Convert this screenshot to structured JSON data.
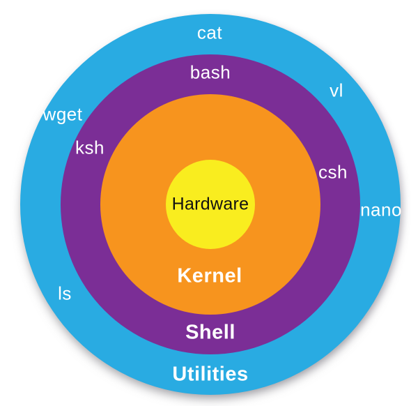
{
  "diagram": {
    "type": "concentric-rings",
    "subject": "unix-linux-architecture",
    "layers": [
      {
        "id": "utilities",
        "label": "Utilities",
        "color": "#29ABE2",
        "text_color": "#FFFFFF"
      },
      {
        "id": "shell",
        "label": "Shell",
        "color": "#7B2E96",
        "text_color": "#FFFFFF"
      },
      {
        "id": "kernel",
        "label": "Kernel",
        "color": "#F7941E",
        "text_color": "#FFFFFF"
      },
      {
        "id": "hardware",
        "label": "Hardware",
        "color": "#F9ED1F",
        "text_color": "#111111"
      }
    ],
    "commands": [
      {
        "text": "cat",
        "layer": "utilities"
      },
      {
        "text": "bash",
        "layer": "shell"
      },
      {
        "text": "vl",
        "layer": "utilities"
      },
      {
        "text": "wget",
        "layer": "utilities"
      },
      {
        "text": "ksh",
        "layer": "shell"
      },
      {
        "text": "csh",
        "layer": "shell"
      },
      {
        "text": "nano",
        "layer": "utilities"
      },
      {
        "text": "ls",
        "layer": "utilities"
      }
    ]
  }
}
